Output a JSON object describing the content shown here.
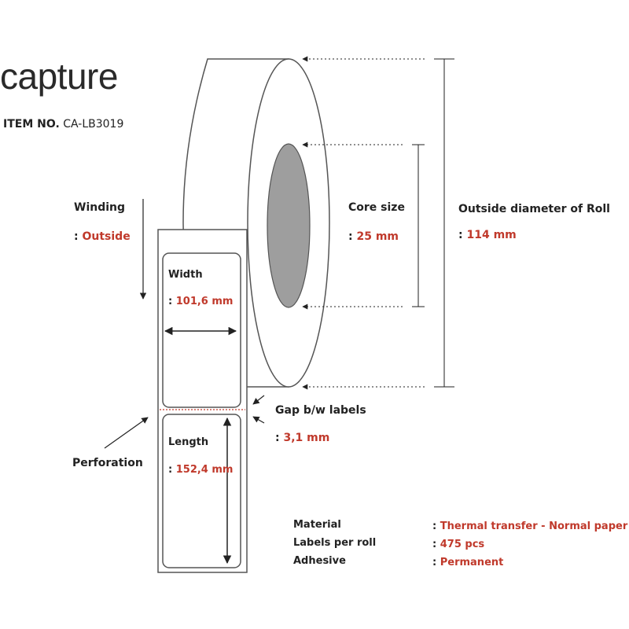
{
  "brand": {
    "logo_text": "capture"
  },
  "item": {
    "label": "ITEM NO.",
    "value": "CA-LB3019"
  },
  "winding": {
    "label": "Winding",
    "value": "Outside"
  },
  "core": {
    "label": "Core size",
    "value": "25 mm"
  },
  "outside_diameter": {
    "label": "Outside diameter of Roll",
    "value": "114 mm"
  },
  "width": {
    "label": "Width",
    "value": "101,6 mm"
  },
  "length": {
    "label": "Length",
    "value": "152,4 mm"
  },
  "gap": {
    "label": "Gap b/w labels",
    "value": "3,1 mm"
  },
  "perforation": {
    "label": "Perforation"
  },
  "specs": [
    {
      "label": "Material",
      "value": "Thermal transfer - Normal paper"
    },
    {
      "label": "Labels per roll",
      "value": "475 pcs"
    },
    {
      "label": "Adhesive",
      "value": "Permanent"
    }
  ],
  "colors": {
    "accent": "#c0392b",
    "core_gray": "#9e9e9e",
    "outline": "#555555",
    "perforation": "#c0392b"
  }
}
